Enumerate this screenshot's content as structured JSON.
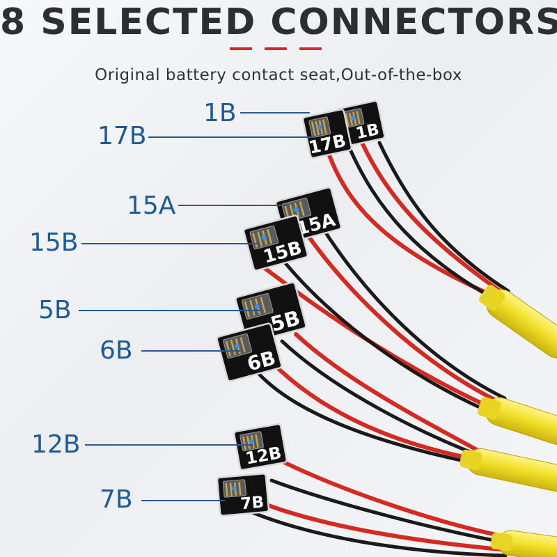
{
  "header": {
    "title": "8 SELECTED CONNECTORS",
    "subtitle": "Original battery contact seat,Out-of-the-box"
  },
  "colors": {
    "accent_red": "#d7282e",
    "label_blue": "#1b5c98",
    "wire_red": "#d42a22",
    "wire_black": "#1a1a1a",
    "sleeve_yellow": "#f2e12a",
    "pcb_black": "#111111"
  },
  "connectors": [
    {
      "label": "1B",
      "board_text": "1B"
    },
    {
      "label": "17B",
      "board_text": "17B"
    },
    {
      "label": "15A",
      "board_text": "15A"
    },
    {
      "label": "15B",
      "board_text": "15B"
    },
    {
      "label": "5B",
      "board_text": "5B"
    },
    {
      "label": "6B",
      "board_text": "6B"
    },
    {
      "label": "12B",
      "board_text": "12B"
    },
    {
      "label": "7B",
      "board_text": "7B"
    }
  ]
}
